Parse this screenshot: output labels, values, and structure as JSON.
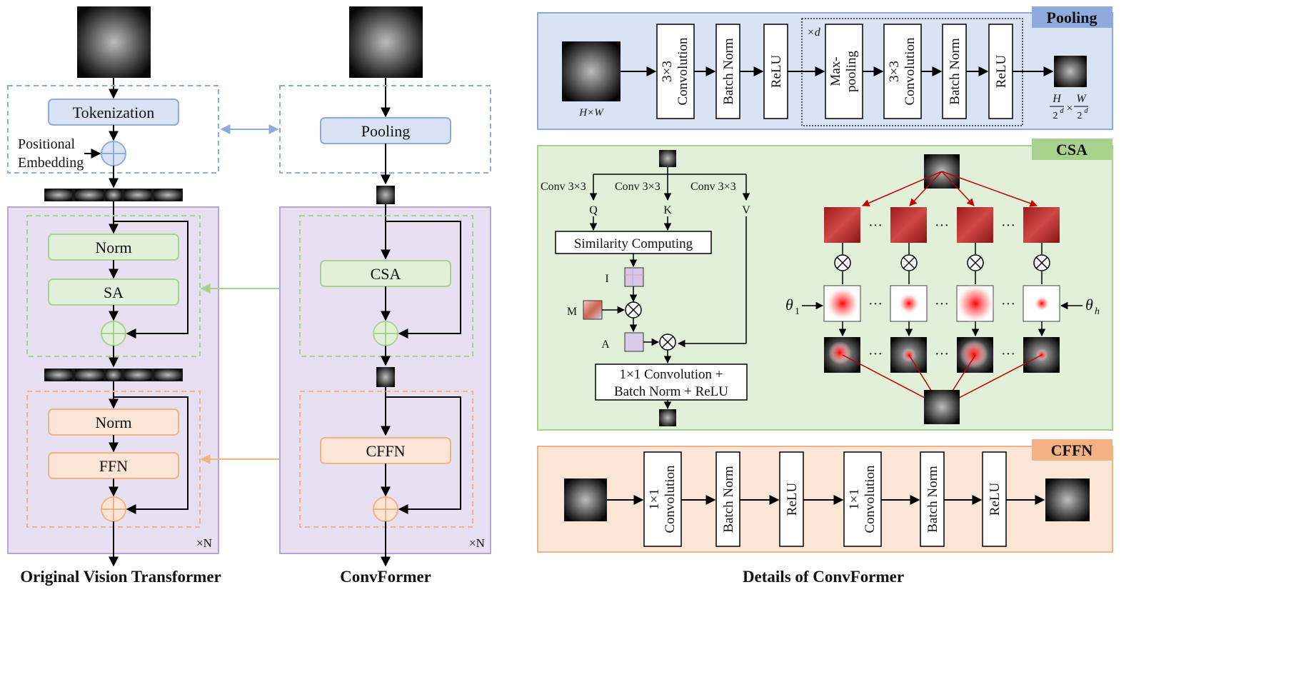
{
  "vit": {
    "tokenization": "Tokenization",
    "positional_line1": "Positional",
    "positional_line2": "Embedding",
    "norm1": "Norm",
    "sa": "SA",
    "norm2": "Norm",
    "ffn": "FFN",
    "repeat": "×N",
    "caption": "Original Vision Transformer"
  },
  "convformer": {
    "pooling": "Pooling",
    "csa": "CSA",
    "cffn": "CFFN",
    "repeat": "×N",
    "caption": "ConvFormer"
  },
  "details": {
    "caption": "Details of ConvFormer",
    "pooling": {
      "tag": "Pooling",
      "input_size": "H×W",
      "blocks": [
        "3×3",
        "Convolution",
        "Batch Norm",
        "ReLU",
        "Max-",
        "pooling",
        "3×3",
        "Convolution",
        "Batch Norm",
        "ReLU"
      ],
      "repeat": "×d",
      "out_h": "H",
      "out_w": "W",
      "out_den": "2",
      "out_exp": "d",
      "times": "×"
    },
    "csa": {
      "tag": "CSA",
      "conv_q": "Conv 3×3",
      "conv_k": "Conv 3×3",
      "conv_v": "Conv 3×3",
      "q": "Q",
      "k": "K",
      "v": "V",
      "similarity": "Similarity Computing",
      "i": "I",
      "m": "M",
      "a": "A",
      "out_line1": "1×1 Convolution +",
      "out_line2": "Batch Norm + ReLU",
      "theta_1": "θ",
      "theta_1_sub": "1",
      "theta_h": "θ",
      "theta_h_sub": "h",
      "dots": "···"
    },
    "cffn": {
      "tag": "CFFN",
      "blocks": [
        "1×1",
        "Convolution",
        "Batch Norm",
        "ReLU",
        "1×1",
        "Convolution",
        "Batch Norm",
        "ReLU"
      ]
    }
  },
  "colors": {
    "blue_fill": "#dae3f3",
    "blue_stroke": "#8faadc",
    "green_fill": "#e2f0d9",
    "green_stroke": "#a9d18e",
    "orange_fill": "#fbe5d6",
    "orange_stroke": "#f4b183",
    "purple_fill": "#e6e0f2",
    "purple_stroke": "#b4a7d6",
    "red": "#c00000"
  }
}
